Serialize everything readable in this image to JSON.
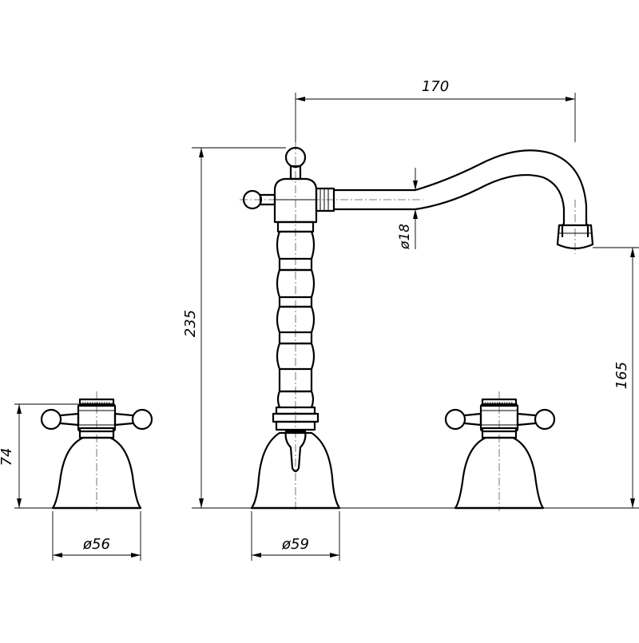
{
  "dimensions": {
    "spout_reach": "170",
    "total_height": "235",
    "spout_height": "165",
    "handle_height": "74",
    "spout_diameter": "ø18",
    "handle_base_diameter": "ø56",
    "body_base_diameter": "ø59"
  },
  "colors": {
    "line": "#000000",
    "background": "#ffffff"
  }
}
